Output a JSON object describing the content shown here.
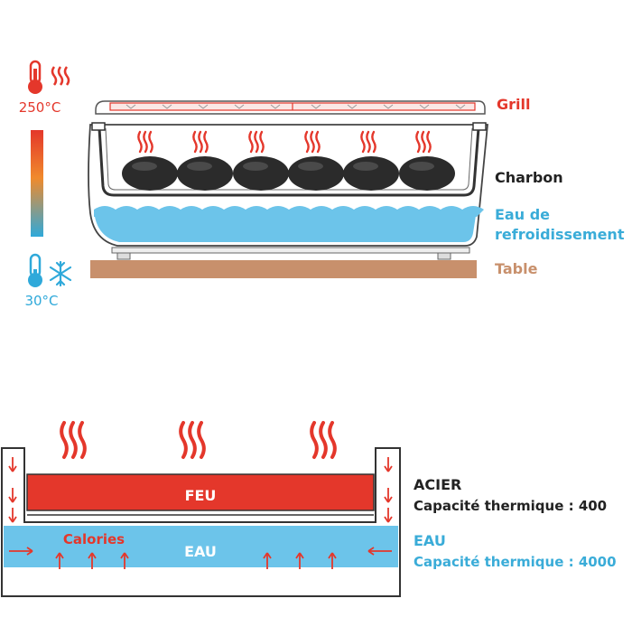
{
  "colors": {
    "red": "#e4372b",
    "blue": "#3aacd8",
    "water": "#6cc4ea",
    "coal": "#2b2b2b",
    "wood": "#c8906c",
    "text_dark": "#222222"
  },
  "scale": {
    "hot_temp": "250°C",
    "cold_temp": "30°C",
    "hot_icon": "thermometer-icon",
    "cold_icon": "snowflake-icon"
  },
  "top_labels": {
    "grill": "Grill",
    "charbon": "Charbon",
    "eau_line1": "Eau de",
    "eau_line2": "refroidissement",
    "table": "Table"
  },
  "bottom_labels": {
    "feu": "FEU",
    "calories": "Calories",
    "eau": "EAU",
    "acier": "ACIER",
    "acier_capacity": "Capacité thermique : 400",
    "eau_title": "EAU",
    "eau_capacity": "Capacité thermique : 4000"
  }
}
